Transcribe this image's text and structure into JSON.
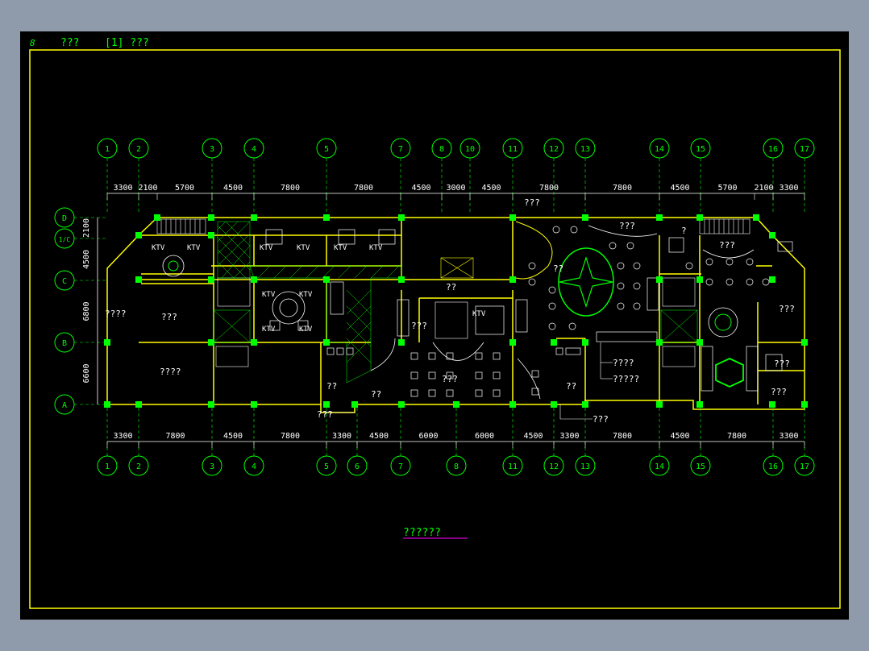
{
  "header": {
    "icon": "8",
    "item1": "???",
    "item2": "[1] ???"
  },
  "axes_top": [
    "1",
    "2",
    "3",
    "4",
    "5",
    "7",
    "8",
    "10",
    "11",
    "12",
    "13",
    "14",
    "15",
    "16",
    "17"
  ],
  "axes_bottom": [
    "1",
    "2",
    "3",
    "4",
    "5",
    "6",
    "7",
    "8",
    "11",
    "12",
    "13",
    "14",
    "15",
    "16",
    "17"
  ],
  "axes_left": [
    "D",
    "1/C",
    "C",
    "B",
    "A"
  ],
  "dims_top": [
    "3300",
    "2100",
    "5700",
    "4500",
    "7800",
    "7800",
    "4500",
    "3000",
    "4500",
    "7800",
    "7800",
    "4500",
    "5700",
    "2100",
    "3300"
  ],
  "dims_bottom": [
    "3300",
    "7800",
    "4500",
    "7800",
    "3300",
    "4500",
    "6000",
    "6000",
    "4500",
    "3300",
    "7800",
    "4500",
    "7800",
    "3300"
  ],
  "dims_left": [
    "2100",
    "4500",
    "6800",
    "6600"
  ],
  "rooms": {
    "ktv": "KTV",
    "q2": "??",
    "q3": "???",
    "q4": "????",
    "q5": "?????",
    "q1": "?"
  },
  "callouts": [
    "????",
    "?????",
    "???",
    "???"
  ],
  "drawing_title": "??????",
  "colors": {
    "background": "#000000",
    "frame": "#ffff00",
    "axis": "#00ff00",
    "wall": "#ffff00",
    "column": "#00ff00",
    "furniture": "#ffffff",
    "title_underline": "#ff00ff"
  }
}
